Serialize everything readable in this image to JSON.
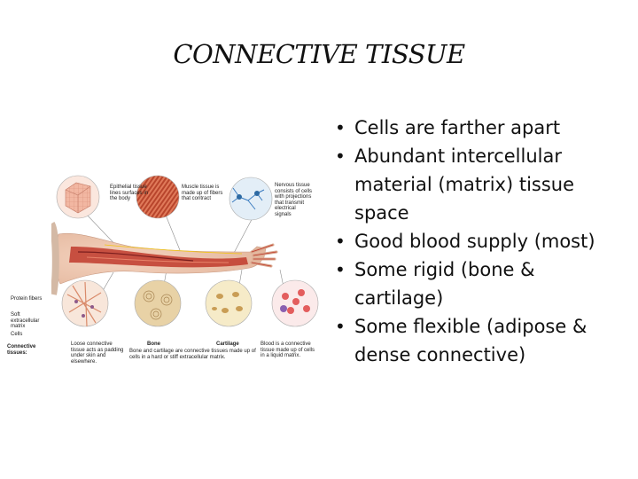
{
  "slide": {
    "title": "CONNECTIVE TISSUE",
    "bullets": [
      "Cells are farther apart",
      "Abundant intercellular material (matrix) tissue space",
      "Good blood supply (most)",
      "Some rigid (bone & cartilage)",
      "Some flexible (adipose & dense connective)"
    ]
  },
  "figure": {
    "labels": {
      "epithelial": "Epithelial tissue lines surfaces in the body",
      "muscle": "Muscle tissue is made up of fibers that contract",
      "nervous": "Nervous tissue consists of cells with projections that transmit electrical signals",
      "protein_fibers": "Protein fibers",
      "soft_matrix": "Soft extracellular matrix",
      "cells": "Cells",
      "connective_tissues": "Connective tissues:",
      "loose": "Loose connective tissue acts as padding under skin and elsewhere.",
      "bone": "Bone",
      "cartilage": "Cartilage",
      "bone_cartilage_caption": "Bone and cartilage are connective tissues made up of cells in a hard or stiff extracellular matrix.",
      "blood": "Blood is a connective tissue made up of cells in a liquid matrix."
    }
  }
}
